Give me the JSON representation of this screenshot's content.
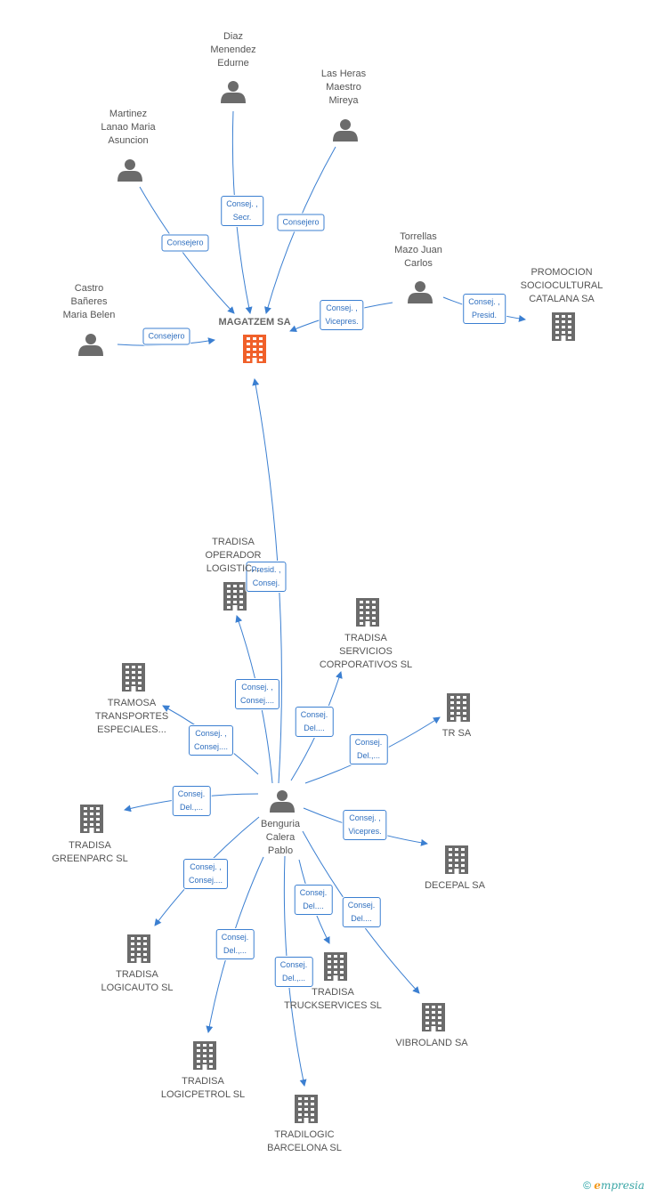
{
  "nodes": [
    {
      "id": "magatzem",
      "label": "MAGATZEM SA",
      "type": "company",
      "focal": true
    },
    {
      "id": "diaz",
      "label": "Diaz\nMenendez\nEdurne",
      "type": "person"
    },
    {
      "id": "lasheras",
      "label": "Las Heras\nMaestro\nMireya",
      "type": "person"
    },
    {
      "id": "martinez",
      "label": "Martinez\nLanao Maria\nAsuncion",
      "type": "person"
    },
    {
      "id": "torrellas",
      "label": "Torrellas\nMazo Juan\nCarlos",
      "type": "person"
    },
    {
      "id": "promocion",
      "label": "PROMOCION\nSOCIOCULTURAL\nCATALANA SA",
      "type": "company"
    },
    {
      "id": "castro",
      "label": "Castro\nBañeres\nMaria Belen",
      "type": "person"
    },
    {
      "id": "benguria",
      "label": "Benguria\nCalera\nPablo",
      "type": "person"
    },
    {
      "id": "tradisa_op",
      "label": "TRADISA\nOPERADOR\nLOGISTIC...",
      "type": "company"
    },
    {
      "id": "tradisa_serv",
      "label": "TRADISA\nSERVICIOS\nCORPORATIVOS SL",
      "type": "company"
    },
    {
      "id": "tramosa",
      "label": "TRAMOSA\nTRANSPORTES\nESPECIALES...",
      "type": "company"
    },
    {
      "id": "trsa",
      "label": "TR SA",
      "type": "company"
    },
    {
      "id": "greenparc",
      "label": "TRADISA\nGREENPARC SL",
      "type": "company"
    },
    {
      "id": "decepal",
      "label": "DECEPAL SA",
      "type": "company"
    },
    {
      "id": "logicauto",
      "label": "TRADISA\nLOGICAUTO SL",
      "type": "company"
    },
    {
      "id": "truckservices",
      "label": "TRADISA\nTRUCKSERVICES SL",
      "type": "company"
    },
    {
      "id": "vibroland",
      "label": "VIBROLAND SA",
      "type": "company"
    },
    {
      "id": "logicpetrol",
      "label": "TRADISA\nLOGICPETROL SL",
      "type": "company"
    },
    {
      "id": "tradilogic",
      "label": "TRADILOGIC\nBARCELONA SL",
      "type": "company"
    }
  ],
  "edges": [
    {
      "from": "diaz",
      "to": "magatzem",
      "label": "Consej. ,\nSecr."
    },
    {
      "from": "lasheras",
      "to": "magatzem",
      "label": "Consejero"
    },
    {
      "from": "martinez",
      "to": "magatzem",
      "label": "Consejero"
    },
    {
      "from": "torrellas",
      "to": "magatzem",
      "label": "Consej. ,\nVicepres."
    },
    {
      "from": "torrellas",
      "to": "promocion",
      "label": "Consej. ,\nPresid."
    },
    {
      "from": "castro",
      "to": "magatzem",
      "label": "Consejero"
    },
    {
      "from": "benguria",
      "to": "magatzem",
      "label": "Presid. ,\nConsej."
    },
    {
      "from": "benguria",
      "to": "tradisa_op",
      "label": "Consej. ,\nConsej...."
    },
    {
      "from": "benguria",
      "to": "tradisa_serv",
      "label": "Consej.\nDel...."
    },
    {
      "from": "benguria",
      "to": "tramosa",
      "label": "Consej. ,\nConsej...."
    },
    {
      "from": "benguria",
      "to": "trsa",
      "label": "Consej.\nDel.,..."
    },
    {
      "from": "benguria",
      "to": "greenparc",
      "label": "Consej.\nDel.,..."
    },
    {
      "from": "benguria",
      "to": "decepal",
      "label": "Consej. ,\nVicepres."
    },
    {
      "from": "benguria",
      "to": "logicauto",
      "label": "Consej. ,\nConsej...."
    },
    {
      "from": "benguria",
      "to": "truckservices",
      "label": "Consej.\nDel...."
    },
    {
      "from": "benguria",
      "to": "vibroland",
      "label": "Consej.\nDel...."
    },
    {
      "from": "benguria",
      "to": "logicpetrol",
      "label": "Consej.\nDel.,..."
    },
    {
      "from": "benguria",
      "to": "tradilogic",
      "label": "Consej.\nDel.,..."
    }
  ],
  "colors": {
    "edge": "#3b7fd1",
    "node": "#6b6b6b",
    "focal": "#f0602a"
  },
  "footer": {
    "copyright": "©",
    "brand_e": "e",
    "brand_rest": "mpresia"
  }
}
